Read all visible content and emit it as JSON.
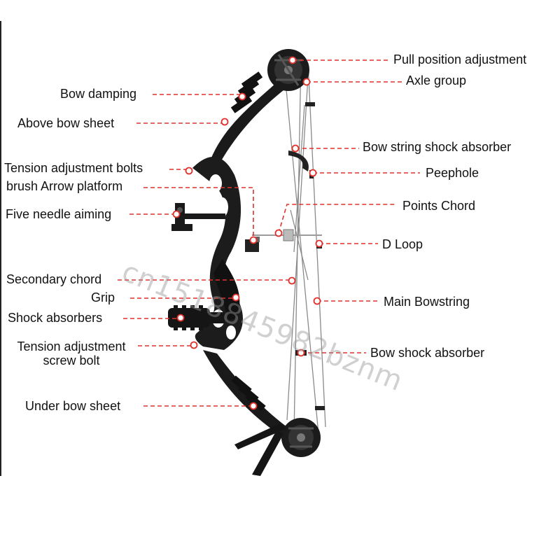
{
  "diagram": {
    "colors": {
      "leader": "#e0312b",
      "bow": "#1a1a1a",
      "string": "#8a8a8a"
    },
    "labels_left": {
      "bow_damping": "Bow damping",
      "above_bow_sheet": "Above bow sheet",
      "tension_adjustment_bolts": "Tension adjustment bolts",
      "brush_arrow_platform": "brush Arrow platform",
      "five_needle_aiming": "Five needle aiming",
      "secondary_chord": "Secondary chord",
      "grip": "Grip",
      "shock_absorbers": "Shock absorbers",
      "tension_adjustment_screw_bolt_line1": "Tension adjustment",
      "tension_adjustment_screw_bolt_line2": "screw bolt",
      "under_bow_sheet": "Under bow sheet"
    },
    "labels_right": {
      "pull_position_adjustment": "Pull position adjustment",
      "axle_group": "Axle group",
      "bow_string_shock_absorber": "Bow string shock absorber",
      "peephole": "Peephole",
      "points_chord": "Points Chord",
      "d_loop": "D Loop",
      "main_bowstring": "Main Bowstring",
      "bow_shock_absorber": "Bow shock absorber"
    },
    "watermark": "cn1518845982bznm"
  }
}
